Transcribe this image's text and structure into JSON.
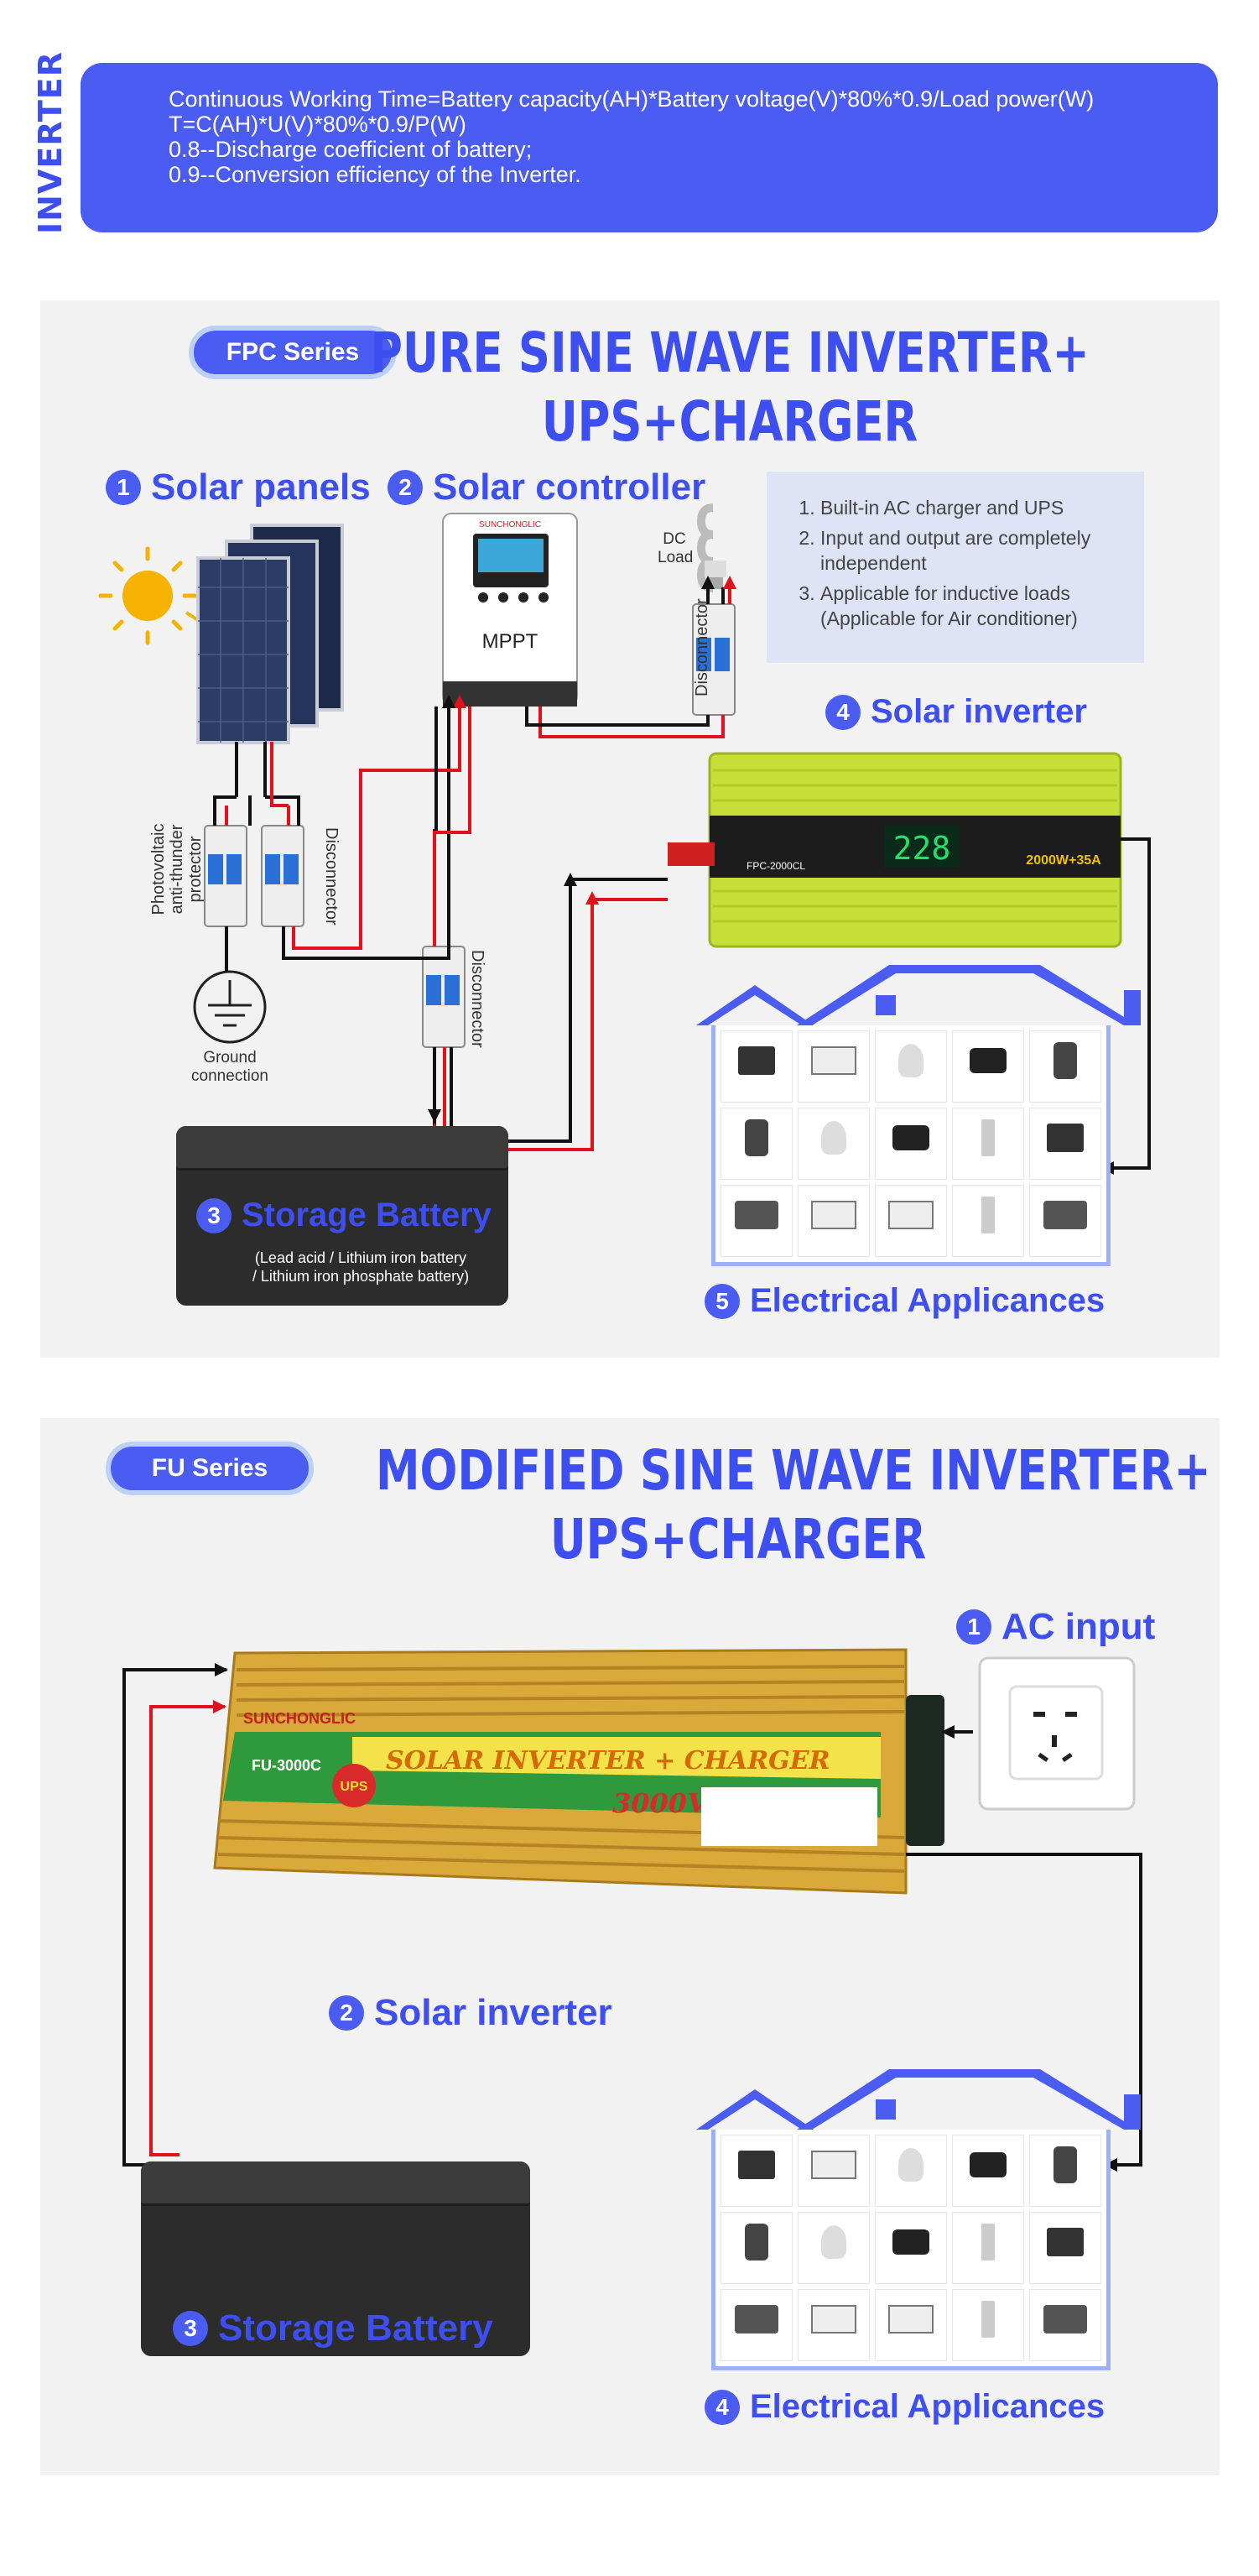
{
  "header": {
    "side_title": "INVERTER",
    "formula_lines": [
      "Continuous Working Time=Battery capacity(AH)*Battery voltage(V)*80%*0.9/Load power(W)",
      "T=C(AH)*U(V)*80%*0.9/P(W)",
      "0.8--Discharge coefficient of battery;",
      "0.9--Conversion efficiency of the Inverter."
    ]
  },
  "fpc": {
    "series": "FPC Series",
    "headline_1": "PURE SINE WAVE INVERTER+",
    "headline_2": "UPS+CHARGER",
    "solar_panels": {
      "num": "1",
      "label": "Solar panels"
    },
    "solar_controller": {
      "num": "2",
      "label": "Solar controller"
    },
    "controller_text": "MPPT",
    "controller_brand": "SUNCHONGLIC",
    "dc_load": "DC Load",
    "notes": [
      "Built-in AC charger and UPS",
      "Input and output are completely independent",
      "Applicable for inductive loads (Applicable for Air conditioner)"
    ],
    "solar_inverter": {
      "num": "4",
      "label": "Solar inverter"
    },
    "inverter_model": "FPC-2000CL",
    "inverter_display": "228",
    "inverter_spec": "2000W+35A",
    "photovoltaic": "Photovoltaic anti-thunder protector",
    "disconnector": "Disconnector",
    "ground": "Ground connection",
    "storage": {
      "num": "3",
      "label": "Storage Battery"
    },
    "storage_sub_1": "(Lead acid / Lithium iron battery",
    "storage_sub_2": "/ Lithium iron phosphate battery)",
    "appliances": {
      "num": "5",
      "label": "Electrical Applicances"
    }
  },
  "fu": {
    "series": "FU Series",
    "headline_1": "MODIFIED SINE WAVE INVERTER+",
    "headline_2": "UPS+CHARGER",
    "ac_input": {
      "num": "1",
      "label": "AC input"
    },
    "inverter_brand": "SUNCHONGLIC",
    "inverter_banner": "SOLAR INVERTER + CHARGER",
    "inverter_model": "FU-3000C",
    "inverter_power": "3000VA",
    "inverter_ups": "UPS",
    "solar_inverter": {
      "num": "2",
      "label": "Solar inverter"
    },
    "storage": {
      "num": "3",
      "label": "Storage Battery"
    },
    "appliances": {
      "num": "4",
      "label": "Electrical Applicances"
    }
  },
  "colors": {
    "accent": "#4a5cf2",
    "panel_bg": "#f2f2f2",
    "wire_red": "#e0121b",
    "wire_black": "#111111",
    "inverter_green": "#c8df3a",
    "inverter_gold": "#d9a93a"
  }
}
